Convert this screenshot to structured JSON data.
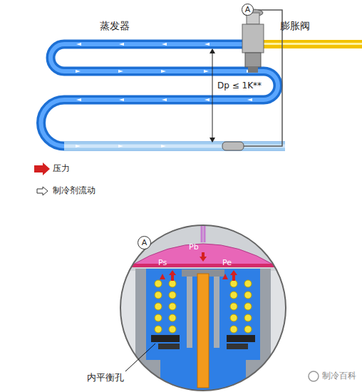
{
  "diagram": {
    "nodes": [
      {
        "text": [
          "A"
        ]
      },
      {
        "text": [
          "A"
        ]
      }
    ],
    "labels": [
      "蒸发器",
      "膨胀阀",
      "Dp ≤ 1K**",
      "Pb",
      "Ps",
      "Pe",
      "内平衡孔",
      "制冷百科"
    ],
    "legend": [
      {
        "text": "压力"
      },
      {
        "text": "制冷剂流动"
      }
    ]
  }
}
